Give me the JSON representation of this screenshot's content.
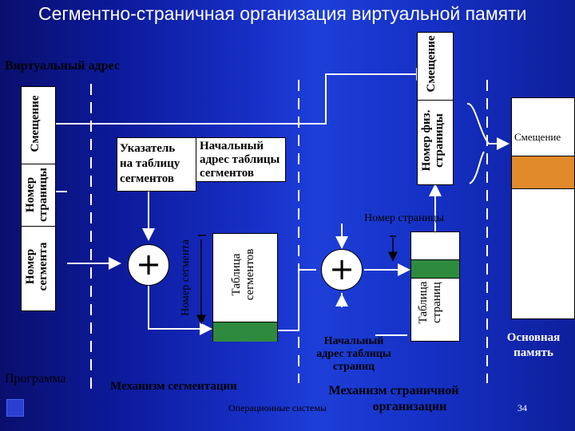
{
  "title": "Сегментно-страничная организация виртуальной памяти",
  "virtual_address": {
    "label": "Виртуальный адрес",
    "fields": [
      "Смещение",
      "Номер страницы",
      "Номер сегмента"
    ]
  },
  "program_label": "Программа",
  "segment_pointer": {
    "left_label_lines": [
      "Указатель",
      "на таблицу",
      "сегментов"
    ],
    "right_label_lines": [
      "Начальный",
      "адрес таблицы",
      "сегментов"
    ]
  },
  "segment_number_label": "Номер сегмента",
  "segment_table_label": "Таблица сегментов",
  "segmentation_mechanism": "Механизм сегментации",
  "page_table_label": "Таблица страниц",
  "page_table_address_lines": [
    "Начальный",
    "адрес таблицы",
    "страниц"
  ],
  "page_number_label": "Номер страницы",
  "paging_mechanism_lines": [
    "Механизм страничной",
    "организации"
  ],
  "physical_address": {
    "page_number_label": "Номер физ. страницы",
    "offset_label": "Смещение"
  },
  "main_memory": {
    "offset_label": "Смещение",
    "label_lines": [
      "Основная",
      "память"
    ]
  },
  "footer": {
    "course": "Операционные системы",
    "page_number": "34"
  },
  "colors": {
    "background": "#1530c4",
    "box": "#ffffff",
    "table_entry": "#2e8b3e",
    "memory_frame": "#e08a2a",
    "connector": "#ffffff"
  }
}
